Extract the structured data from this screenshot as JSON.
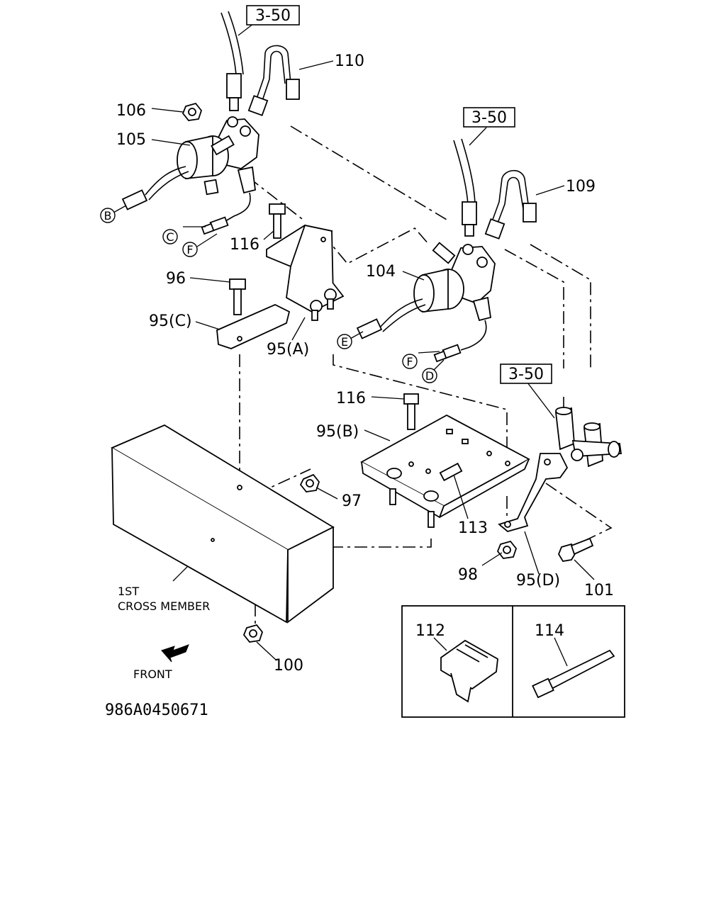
{
  "refs": {
    "ref_a": "3-50",
    "ref_b": "3-50",
    "ref_c": "3-50"
  },
  "parts": {
    "p110": "110",
    "p106": "106",
    "p105": "105",
    "p109": "109",
    "p116a": "116",
    "p104": "104",
    "p96": "96",
    "p95c": "95(C)",
    "p95a": "95(A)",
    "p116b": "116",
    "p95b": "95(B)",
    "p97": "97",
    "p113": "113",
    "p98": "98",
    "p95d": "95(D)",
    "p101": "101",
    "p100": "100",
    "p112": "112",
    "p114": "114"
  },
  "connectors": {
    "b": "B",
    "c": "C",
    "f1": "F",
    "e": "E",
    "f2": "F",
    "d": "D"
  },
  "notes": {
    "cross_member_line1": "1ST",
    "cross_member_line2": "CROSS MEMBER",
    "front": "FRONT",
    "drawing_code": "986A0450671"
  },
  "icons": [
    "front-arrow-icon"
  ]
}
